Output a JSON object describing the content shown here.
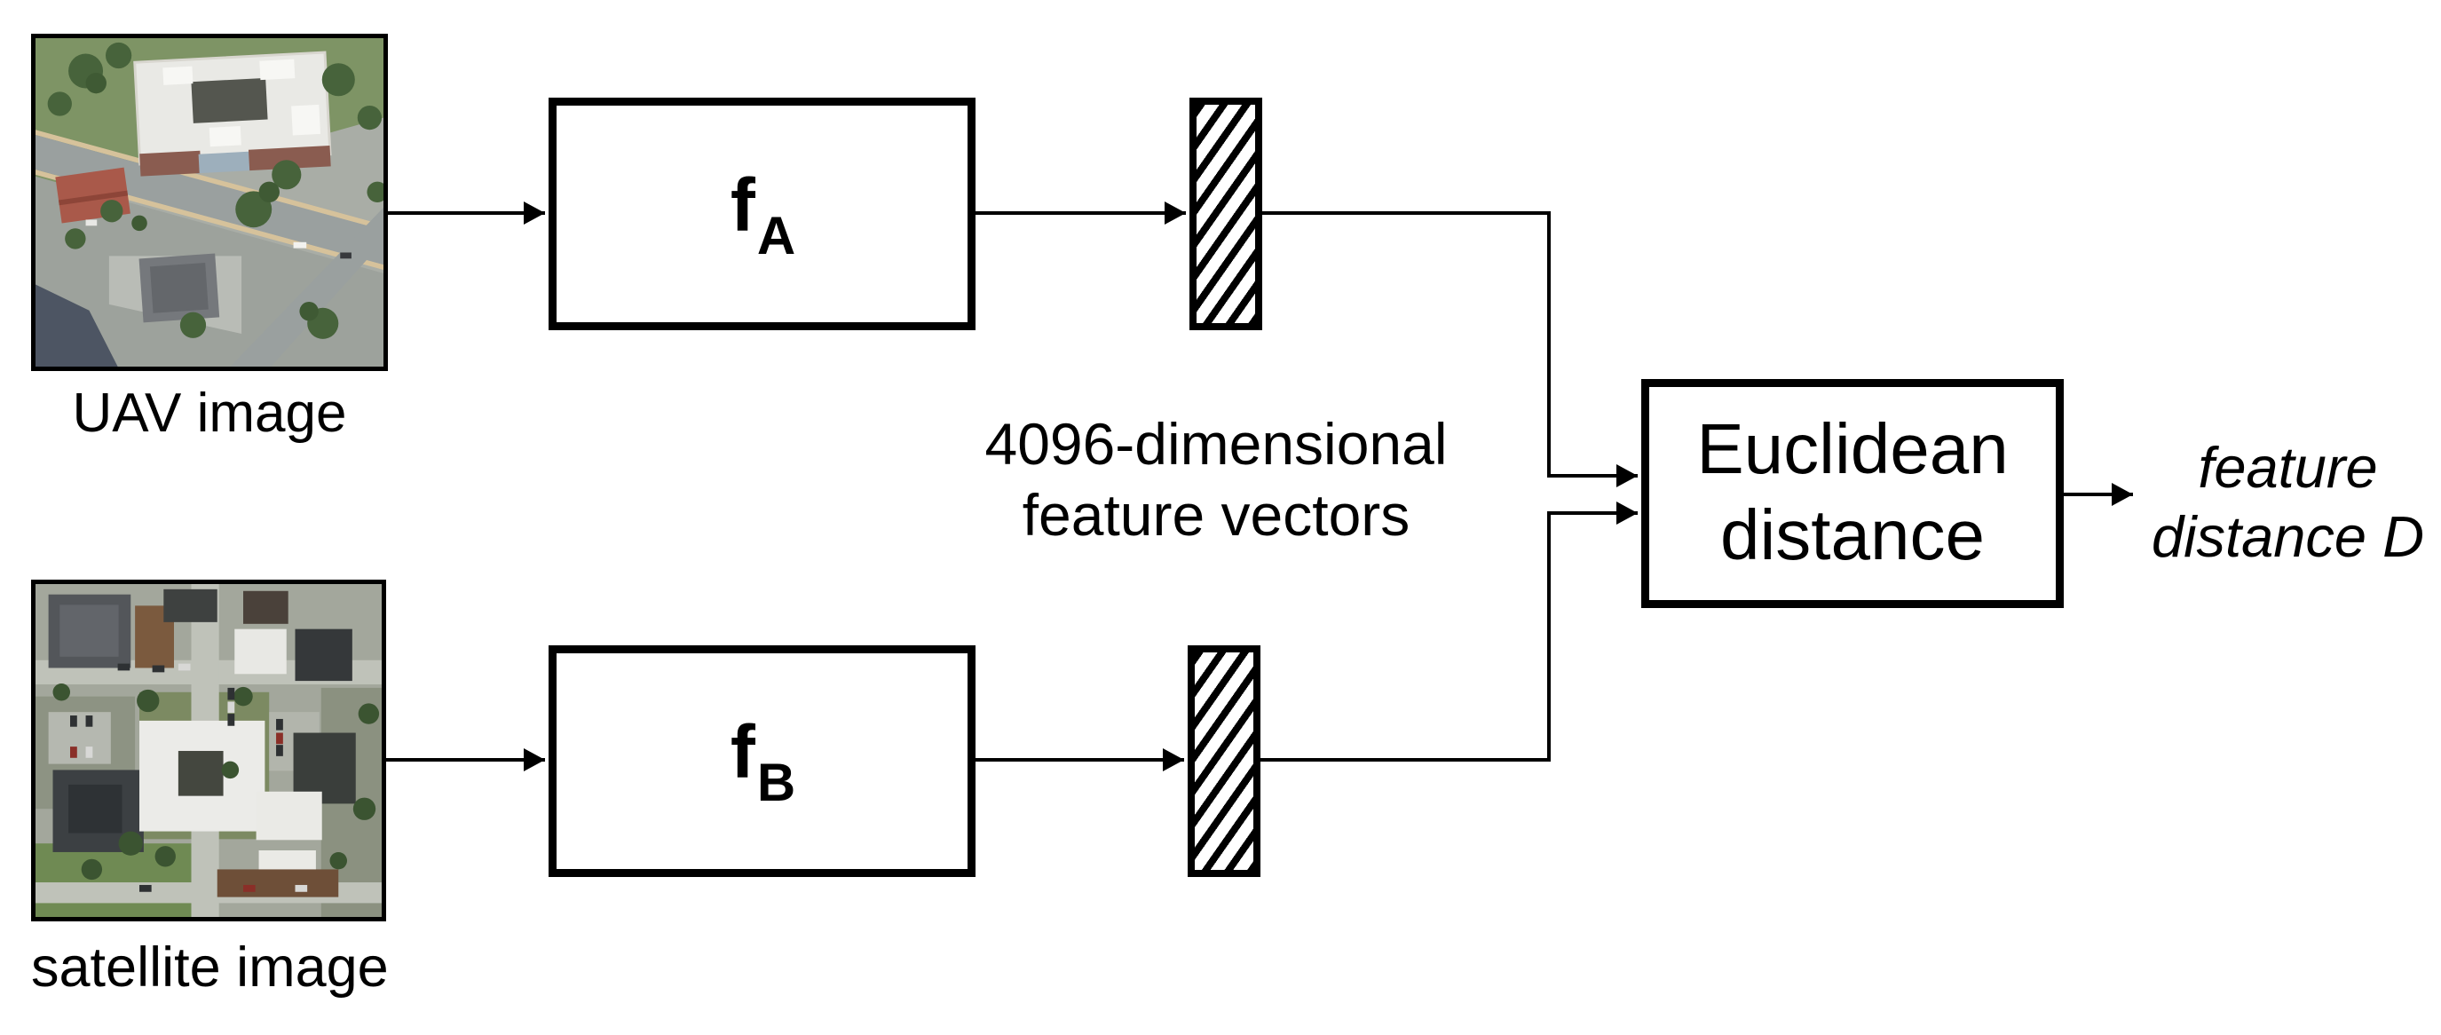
{
  "diagram": {
    "labels": {
      "uav": "UAV image",
      "satellite": "satellite image",
      "caption_line1": "4096-dimensional",
      "caption_line2": "feature vectors",
      "output_line1": "feature",
      "output_line2": "distance D"
    },
    "nodes": {
      "encoder_a": {
        "main": "f",
        "sub": "A"
      },
      "encoder_b": {
        "main": "f",
        "sub": "B"
      },
      "distance": {
        "line1": "Euclidean",
        "line2": "distance"
      }
    },
    "colors": {
      "ink": "#000000",
      "background": "#ffffff"
    }
  }
}
